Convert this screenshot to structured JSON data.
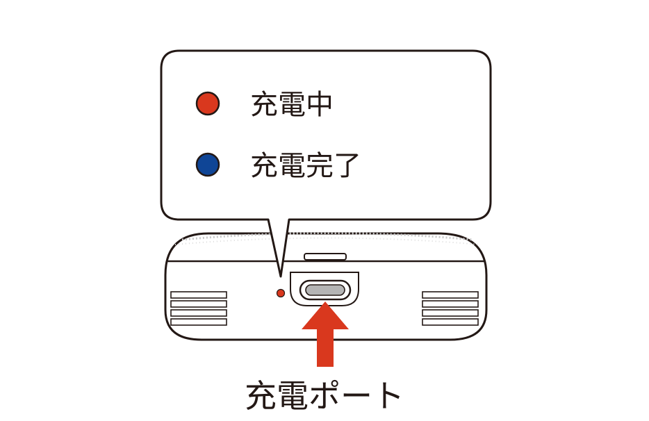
{
  "legend": {
    "items": [
      {
        "label": "充電中",
        "color": "#d9381e"
      },
      {
        "label": "充電完了",
        "color": "#0f4596"
      }
    ]
  },
  "device": {
    "indicator_color": "#d9381e",
    "port_label": "充電ポート"
  },
  "colors": {
    "stroke": "#231815",
    "arrow": "#d9381e",
    "port_inner": "#b5b5b5"
  }
}
